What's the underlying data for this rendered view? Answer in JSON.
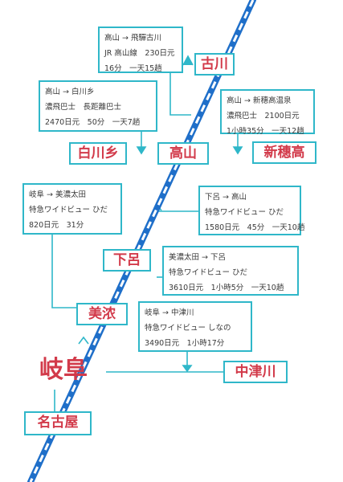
{
  "stations": {
    "furukawa": "古川",
    "shirakawago": "白川乡",
    "takayama": "高山",
    "shinhotaka": "新穗高",
    "gero": "下呂",
    "minokamo": "美浓",
    "gifu": "岐阜",
    "nakatsugawa": "中津川",
    "nagoya": "名古屋"
  },
  "routes": {
    "takayama_furukawa": {
      "title": "高山 → 飛驒古川",
      "line": "JR 高山線　230日元",
      "time": "16分　一天15趟"
    },
    "takayama_shirakawago": {
      "title": "高山 → 白川乡",
      "line": "濃飛巴士　長距離巴士",
      "time": "2470日元　50分　一天7趟"
    },
    "takayama_shinhotaka": {
      "title": "高山 → 新穗高温泉",
      "line": "濃飛巴士　2100日元",
      "time": "1小時35分　一天12趟"
    },
    "gifu_minokamo": {
      "title": "岐阜 → 美濃太田",
      "line": "特急ワイドビュー ひだ",
      "time": "820日元　31分"
    },
    "gero_takayama": {
      "title": "下呂 → 高山",
      "line": "特急ワイドビュー ひだ",
      "time": "1580日元　45分　一天10趟"
    },
    "minokamo_gero": {
      "title": "美濃太田 → 下呂",
      "line": "特急ワイドビュー ひだ",
      "time": "3610日元　1小時5分　一天10趟"
    },
    "gifu_nakatsugawa": {
      "title": "岐阜 → 中津川",
      "line": "特急ワイドビュー しなの",
      "time": "3490日元　1小時17分"
    }
  },
  "colors": {
    "connector": "#2fb7c9",
    "station_text": "#d23a4a",
    "railway": "#1f6fc9"
  }
}
